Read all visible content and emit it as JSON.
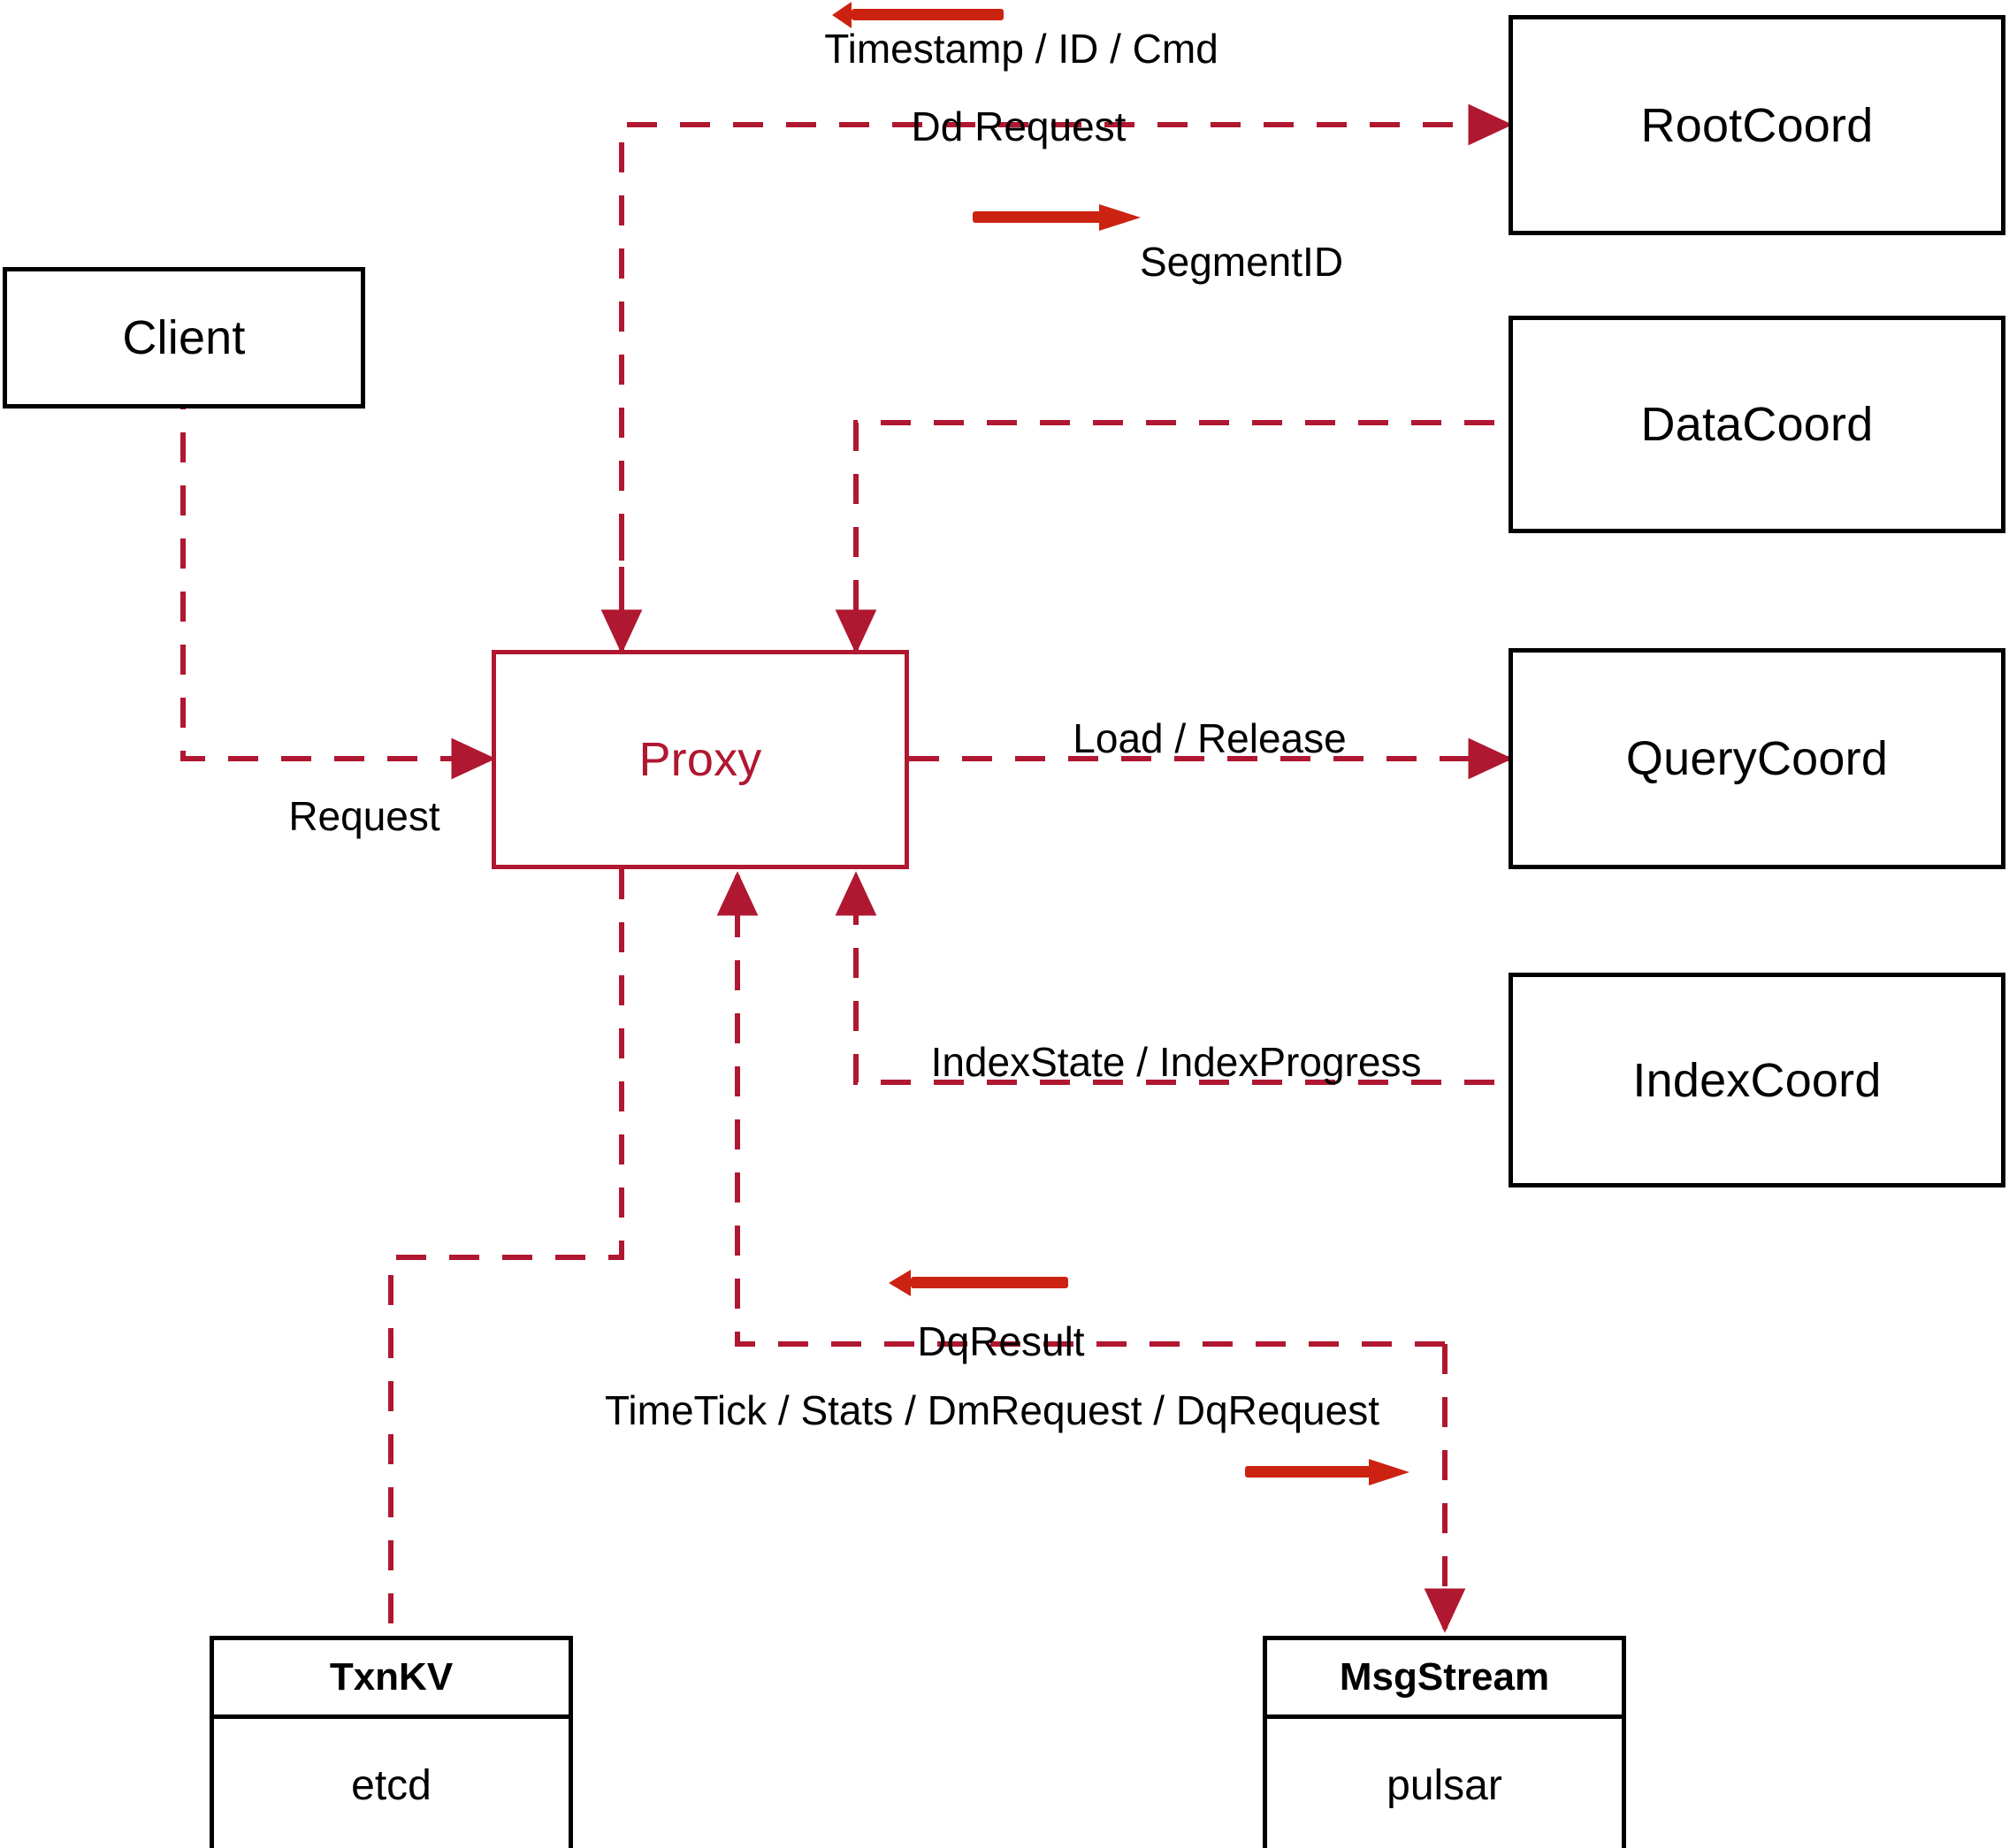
{
  "diagram": {
    "title": "Milvus Proxy interaction diagram",
    "colors": {
      "connector": "#b01730",
      "decor_arrow": "#cc2211",
      "node_border": "#000000",
      "proxy_border": "#b01730",
      "proxy_text": "#b01730",
      "background": "#ffffff"
    }
  },
  "nodes": {
    "client": {
      "label": "Client"
    },
    "proxy": {
      "label": "Proxy"
    },
    "root_coord": {
      "label": "RootCoord"
    },
    "data_coord": {
      "label": "DataCoord"
    },
    "query_coord": {
      "label": "QueryCoord"
    },
    "index_coord": {
      "label": "IndexCoord"
    },
    "txnkv": {
      "head": "TxnKV",
      "body": "etcd"
    },
    "msgstream": {
      "head": "MsgStream",
      "body": "pulsar"
    }
  },
  "edge_labels": {
    "timestamp_id_cmd": "Timestamp / ID / Cmd",
    "dd_request": "Dd Request",
    "segment_id": "SegmentID",
    "request": "Request",
    "load_release": "Load / Release",
    "index_state_progress": "IndexState / IndexProgress",
    "dq_result": "DqResult",
    "timetick_stats": "TimeTick / Stats / DmRequest / DqRequest"
  },
  "edges": [
    {
      "id": "client-proxy",
      "from": "client",
      "to": "proxy",
      "label": "Request",
      "style": "dashed",
      "direction": "to-proxy"
    },
    {
      "id": "proxy-rootcoord",
      "from": "proxy",
      "to": "root_coord",
      "label": "Dd Request",
      "reply_label": "Timestamp / ID / Cmd",
      "style": "dashed",
      "direction": "bidirectional"
    },
    {
      "id": "datacoord-proxy",
      "from": "data_coord",
      "to": "proxy",
      "label": "SegmentID",
      "style": "dashed",
      "direction": "to-proxy"
    },
    {
      "id": "proxy-querycoord",
      "from": "proxy",
      "to": "query_coord",
      "label": "Load / Release",
      "style": "dashed",
      "direction": "to-node"
    },
    {
      "id": "indexcoord-proxy",
      "from": "index_coord",
      "to": "proxy",
      "label": "IndexState / IndexProgress",
      "style": "dashed",
      "direction": "to-proxy"
    },
    {
      "id": "proxy-txnkv",
      "from": "proxy",
      "to": "txnkv",
      "label": "",
      "style": "dashed",
      "direction": "none"
    },
    {
      "id": "msgstream-proxy",
      "from": "msgstream",
      "to": "proxy",
      "label": "DqResult",
      "style": "dashed",
      "direction": "to-proxy"
    },
    {
      "id": "proxy-msgstream",
      "from": "proxy",
      "to": "msgstream",
      "label": "TimeTick / Stats / DmRequest / DqRequest",
      "style": "dashed",
      "direction": "to-node"
    }
  ]
}
